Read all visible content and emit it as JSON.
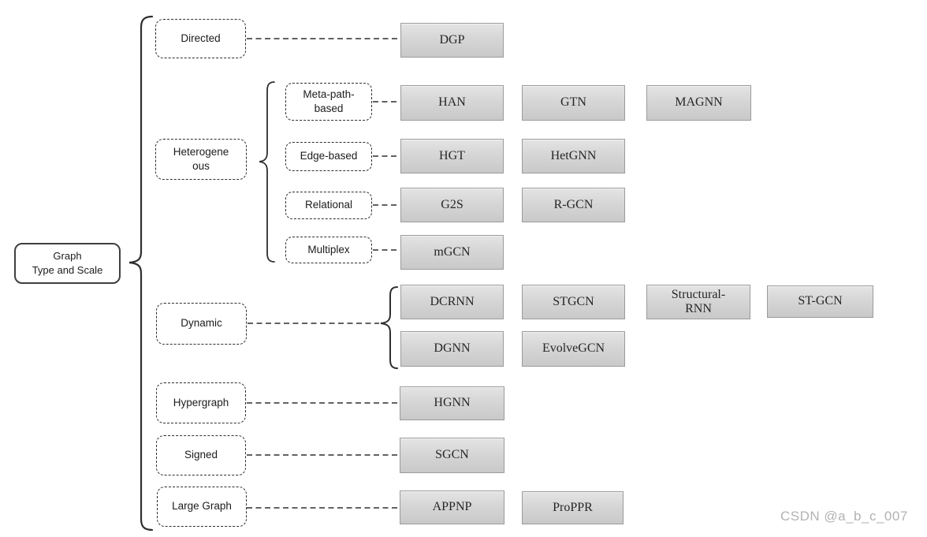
{
  "diagram": {
    "root": {
      "label": "Graph\nType and Scale"
    },
    "categories": [
      {
        "label": "Directed"
      },
      {
        "label": "Heterogene\nous"
      },
      {
        "label": "Dynamic"
      },
      {
        "label": "Hypergraph"
      },
      {
        "label": "Signed"
      },
      {
        "label": "Large Graph"
      }
    ],
    "subcategories": [
      {
        "label": "Meta-path-\nbased"
      },
      {
        "label": "Edge-based"
      },
      {
        "label": "Relational"
      },
      {
        "label": "Multiplex"
      }
    ],
    "models": {
      "directed": [
        "DGP"
      ],
      "meta_path": [
        "HAN",
        "GTN",
        "MAGNN"
      ],
      "edge_based": [
        "HGT",
        "HetGNN"
      ],
      "relational": [
        "G2S",
        "R-GCN"
      ],
      "multiplex": [
        "mGCN"
      ],
      "dynamic_row1": [
        "DCRNN",
        "STGCN",
        "Structural-\nRNN",
        "ST-GCN"
      ],
      "dynamic_row2": [
        "DGNN",
        "EvolveGCN"
      ],
      "hypergraph": [
        "HGNN"
      ],
      "signed": [
        "SGCN"
      ],
      "large_graph": [
        "APPNP",
        "ProPPR"
      ]
    },
    "watermark": "CSDN @a_b_c_007"
  },
  "colors": {
    "model_box_fill_top": "#e4e4e4",
    "model_box_fill_bottom": "#c9c9c9",
    "model_box_border": "#9b9b9b",
    "dashed_border": "#2e2e2e",
    "line_color": "#2e2e2e",
    "text_color": "#1c1c1c",
    "watermark_color": "#b2b2b2"
  }
}
